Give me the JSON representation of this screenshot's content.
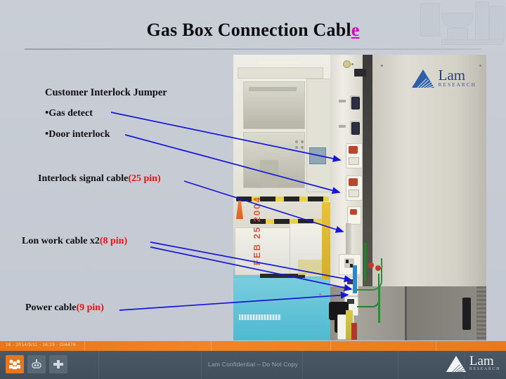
{
  "slide": {
    "title_main": "Gas Box Connection Cabl",
    "title_highlight": "e"
  },
  "callouts": [
    {
      "name": "customer-interlock-jumper",
      "text": "Customer Interlock Jumper",
      "red": ""
    },
    {
      "name": "gas-detect",
      "bullet": "•",
      "text": "Gas detect",
      "red": ""
    },
    {
      "name": "door-interlock",
      "bullet": "•",
      "text": "Door interlock",
      "red": ""
    },
    {
      "name": "interlock-signal-cable",
      "text": "Interlock signal cable",
      "red": "(25 pin)"
    },
    {
      "name": "lon-work-cable",
      "text": "Lon work cable x2",
      "red": "(8 pin)"
    },
    {
      "name": "power-cable",
      "text": "Power cable",
      "red": "(9 pin)"
    }
  ],
  "photo": {
    "datestamp": "FEB 25 2004",
    "logo_word": "Lam",
    "logo_sub": "RESEARCH"
  },
  "footer": {
    "slide_id": "16 - 2014/9/11 - 16:23 - GI4476",
    "confidential": "Lam Confidential – Do Not Copy",
    "logo_word": "Lam",
    "logo_sub": "RESEARCH",
    "buttons": [
      {
        "name": "group-icon",
        "label": "group"
      },
      {
        "name": "robot-icon",
        "label": "robot"
      },
      {
        "name": "plus-icon",
        "label": "plus"
      }
    ]
  },
  "colors": {
    "background": "#c6cbd4",
    "accent_orange": "#e8761c",
    "footer_dark": "#46535f",
    "arrow_blue": "#1616d8",
    "red_text": "#f01010",
    "magenta": "#e000c8",
    "lam_blue": "#2d3d78"
  }
}
